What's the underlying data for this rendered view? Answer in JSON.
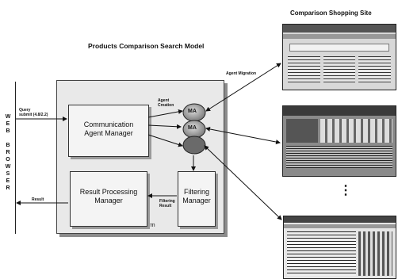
{
  "title": "Products Comparison Search Model",
  "comparison_site": "Comparison Shopping Site",
  "browser_letters": [
    "W",
    "E",
    "B",
    "",
    "B",
    "R",
    "O",
    "W",
    "S",
    "E",
    "R"
  ],
  "platform_label": "Agent platform",
  "boxes": {
    "communication": [
      "Communication",
      "Agent Manager"
    ],
    "result": [
      "Result Processing",
      "Manager"
    ],
    "filtering": [
      "Filtering",
      "Manager"
    ]
  },
  "agents": [
    "MA",
    "MA"
  ],
  "labels": {
    "query": [
      "Query",
      "submit (4.8/2.2)"
    ],
    "result": "Result",
    "agent_creation": [
      "Agent",
      "Creation"
    ],
    "filtering_result": [
      "Filtering",
      "Result"
    ],
    "agent_migration": "Agent Migration"
  },
  "ellipsis": "⋮"
}
